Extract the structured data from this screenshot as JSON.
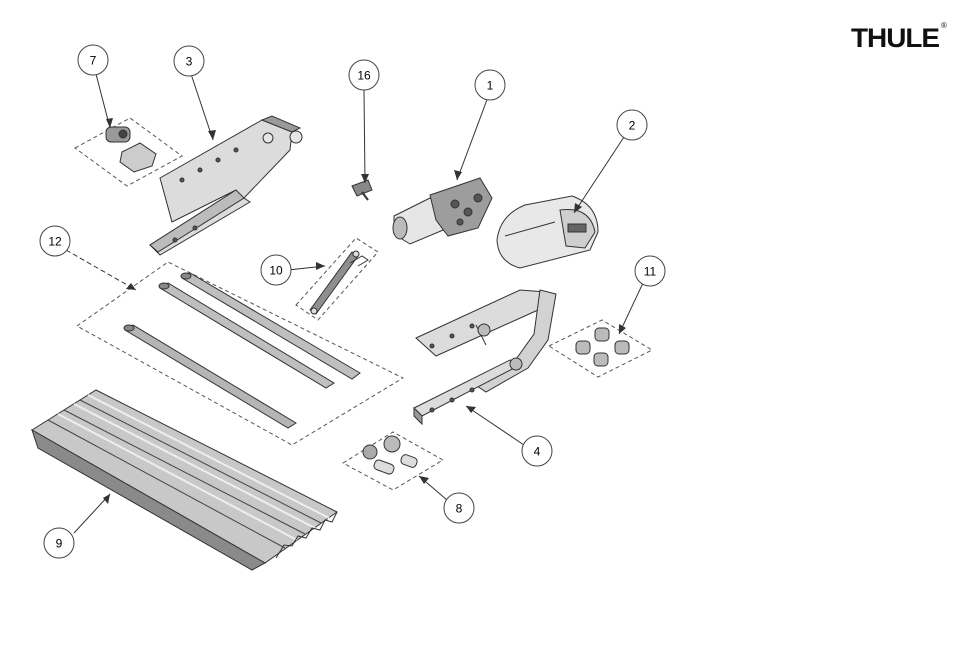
{
  "brand": {
    "logo_text": "THULE",
    "registered_mark": "®"
  },
  "callouts": [
    {
      "id": "c1",
      "label": "1"
    },
    {
      "id": "c2",
      "label": "2"
    },
    {
      "id": "c3",
      "label": "3"
    },
    {
      "id": "c4",
      "label": "4"
    },
    {
      "id": "c7",
      "label": "7"
    },
    {
      "id": "c8",
      "label": "8"
    },
    {
      "id": "c9",
      "label": "9"
    },
    {
      "id": "c10",
      "label": "10"
    },
    {
      "id": "c11",
      "label": "11"
    },
    {
      "id": "c12",
      "label": "12"
    },
    {
      "id": "c16",
      "label": "16"
    }
  ],
  "colors": {
    "line": "#333333",
    "part_light": "#d9d9d9",
    "part_dark": "#6e6e6e",
    "background": "#ffffff"
  }
}
